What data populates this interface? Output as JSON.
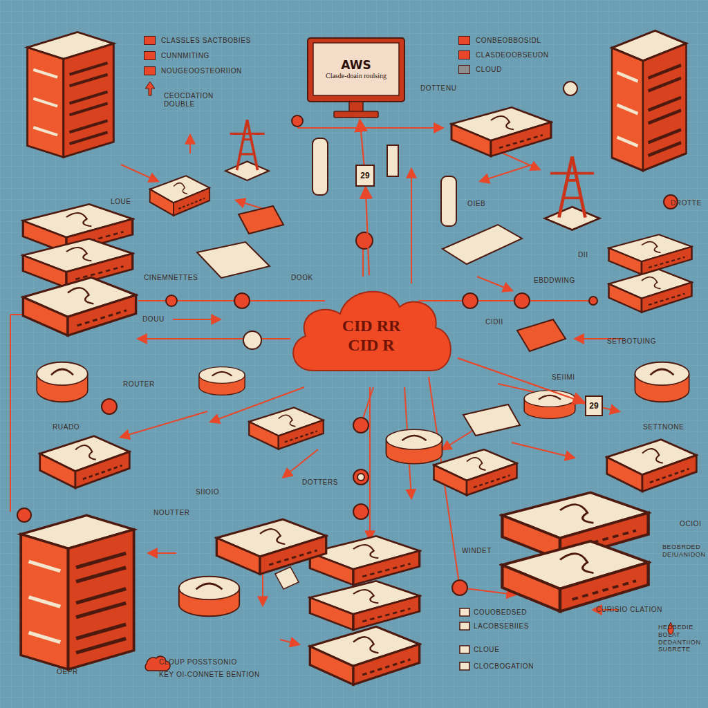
{
  "diagram": {
    "nodes": [
      {
        "text": [
          "AWS",
          "Clasde-doain roulsing"
        ]
      },
      {
        "text": [
          "CID RR",
          "CID R"
        ]
      },
      {
        "text": [
          "29"
        ]
      },
      {
        "text": [
          "29"
        ]
      }
    ],
    "edges": [
      {
        "from": 2,
        "to": 0,
        "arrow": "to"
      },
      {
        "from": 1,
        "to": 2,
        "arrow": "to"
      },
      {
        "from": 1,
        "to": 3,
        "arrow": "to"
      }
    ],
    "labels": [
      "CEOCDATION DOUBLE",
      "DOTTENU",
      "LOUE",
      "OIEB",
      "DROTTE",
      "DII",
      "CINEMNETTES",
      "DOOK",
      "EBDDWING",
      "DOUU",
      "CIDII",
      "SETBOTUING",
      "ROUTER",
      "SEIIMI",
      "RUADO",
      "SETTNONE",
      "SIIOIO",
      "DOTTERS",
      "NOUTTER",
      "WINDET",
      "OCIOI",
      "BEOBRDED DEIUANIDON",
      "CURISIO CLATION",
      "COUOBEDSED",
      "LACOBSEBIIES",
      "CLOUE",
      "CLOCBOGATION",
      "HEDBEDIE BOLAT DEDANTIION SUBRETE",
      "CLOUP POSSTSONIO",
      "KEY OI-CONNETE BENTION",
      "OEPR"
    ],
    "legend": [
      {
        "text": "CLASSLES SACTBOBIES",
        "color": "#e8472a"
      },
      {
        "text": "CUNNMITING",
        "color": "#e8472a"
      },
      {
        "text": "NOUGEOOSTEORIION",
        "color": "#e8472a"
      },
      {
        "text": "CONBEOBBOSIDL",
        "color": "#e8472a"
      },
      {
        "text": "CLASDEOOBSEUDN",
        "color": "#e8472a"
      },
      {
        "text": "CLOUD",
        "color": "#8f8f8f"
      }
    ]
  }
}
